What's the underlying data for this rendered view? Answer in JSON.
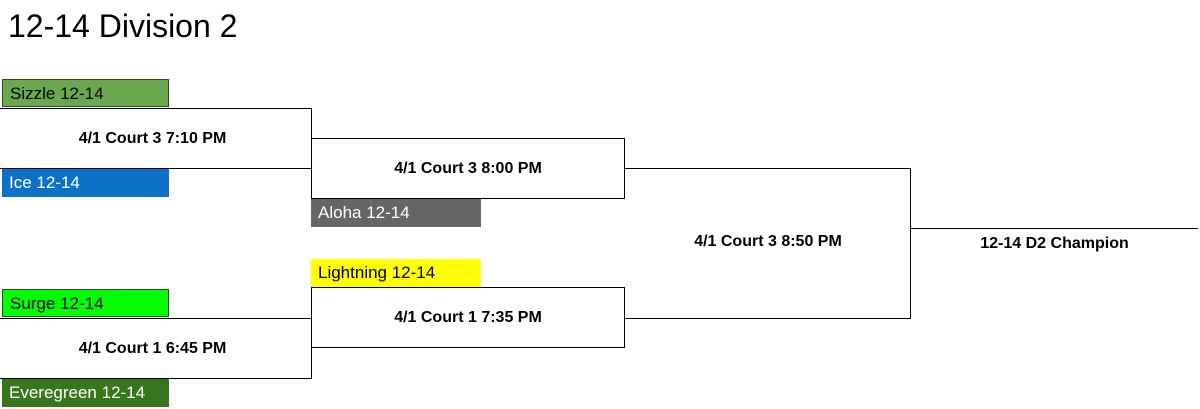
{
  "title": "12-14 Division 2",
  "teams": {
    "sizzle": {
      "name": "Sizzle 12-14",
      "color": "#6aa84f",
      "text_color": "#000000"
    },
    "ice": {
      "name": "Ice 12-14",
      "color": "#0b72c8",
      "text_color": "#ffffff"
    },
    "aloha": {
      "name": "Aloha 12-14",
      "color": "#666666",
      "text_color": "#ffffff"
    },
    "lightning": {
      "name": "Lightning 12-14",
      "color": "#ffff00",
      "text_color": "#000000"
    },
    "surge": {
      "name": "Surge 12-14",
      "color": "#00ff00",
      "text_color": "#000000"
    },
    "everegreen": {
      "name": "Everegreen 12-14",
      "color": "#38761d",
      "text_color": "#ffffff"
    }
  },
  "games": {
    "game1": "4/1 Court 3 7:10 PM",
    "game2": "4/1 Court 1 6:45 PM",
    "game3": "4/1 Court 3 8:00 PM",
    "game4": "4/1 Court 1 7:35 PM",
    "final": "4/1 Court 3 8:50 PM",
    "champion": "12-14 D2 Champion"
  }
}
